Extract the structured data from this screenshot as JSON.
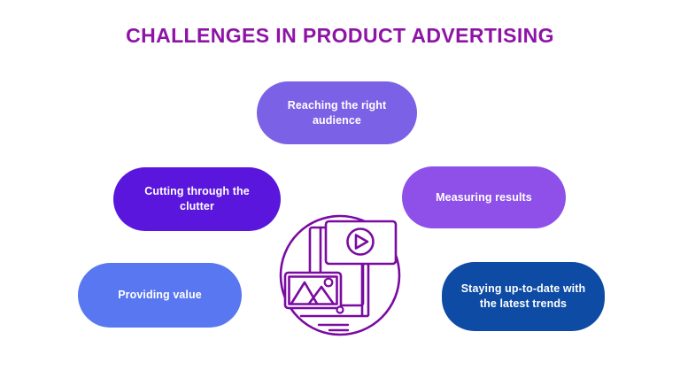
{
  "background_color": "#FFFFFF",
  "title": {
    "text": "CHALLENGES IN PRODUCT ADVERTISING",
    "color": "#8E14A6"
  },
  "pills": [
    {
      "label": "Reaching the right audience",
      "color": "#7B61E6",
      "text_color": "#FFFFFF",
      "position": "top-center"
    },
    {
      "label": "Cutting through the clutter",
      "color": "#5A16DC",
      "text_color": "#FFFFFF",
      "position": "middle-left"
    },
    {
      "label": "Measuring results",
      "color": "#8E50E8",
      "text_color": "#FFFFFF",
      "position": "middle-right"
    },
    {
      "label": "Providing value",
      "color": "#5877F0",
      "text_color": "#FFFFFF",
      "position": "bottom-left"
    },
    {
      "label": "Staying up-to-date with the latest trends",
      "color": "#0D4BA4",
      "text_color": "#FFFFFF",
      "position": "bottom-right"
    }
  ],
  "center_icon": {
    "name": "media-advertising-icon",
    "description": "outlined circle containing a monitor with a video play card and a picture card",
    "stroke_color": "#7A0BA1"
  }
}
